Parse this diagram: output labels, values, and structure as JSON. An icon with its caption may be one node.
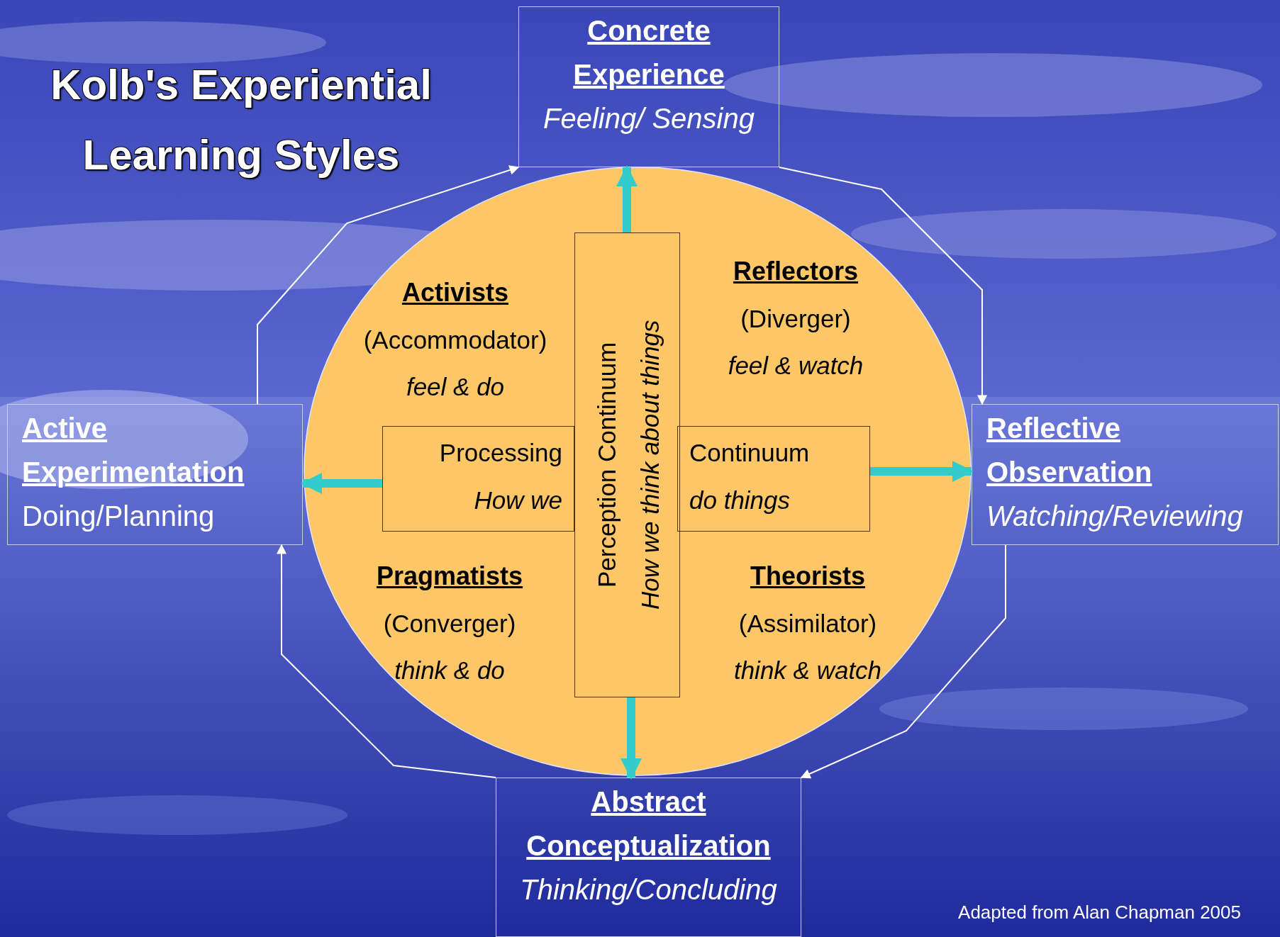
{
  "diagram": {
    "title": "Kolb's Experiential Learning Styles",
    "nodes": [
      {
        "text": [
          "Concrete Experience",
          "Feeling/ Sensing"
        ]
      },
      {
        "text": [
          "Reflective Observation",
          "Watching/Reviewing"
        ]
      },
      {
        "text": [
          "Abstract Conceptualization",
          "Thinking/Concluding"
        ]
      },
      {
        "text": [
          "Active Experimentation",
          "Doing/Planning"
        ]
      },
      {
        "text": [],
        "shape": "circle"
      },
      {
        "text": [
          "Activists",
          "(Accommodator)",
          "feel & do"
        ],
        "in": 4
      },
      {
        "text": [
          "Reflectors",
          "(Diverger)",
          "feel & watch"
        ],
        "in": 4
      },
      {
        "text": [
          "Processing",
          "How we"
        ],
        "in": 4
      },
      {
        "text": [
          "Perception Continuum",
          "How we think about things"
        ],
        "in": 4
      },
      {
        "text": [
          "Continuum",
          "do things"
        ],
        "in": 4
      },
      {
        "text": [
          "Pragmatists",
          "(Converger)",
          "think & do"
        ],
        "in": 4
      },
      {
        "text": [
          "Theorists",
          "(Assimilator)",
          "think & watch"
        ],
        "in": 4
      }
    ],
    "edges": [
      {
        "from": 8,
        "to": 0,
        "arrow": "to",
        "style": "thick",
        "color": "#33cccc"
      },
      {
        "from": 9,
        "to": 1,
        "arrow": "to",
        "style": "thick",
        "color": "#33cccc"
      },
      {
        "from": 8,
        "to": 2,
        "arrow": "to",
        "style": "thick",
        "color": "#33cccc"
      },
      {
        "from": 7,
        "to": 3,
        "arrow": "to",
        "style": "thick",
        "color": "#33cccc"
      },
      {
        "from": 3,
        "to": 0,
        "arrow": "to",
        "color": "#ffffff"
      },
      {
        "from": 0,
        "to": 1,
        "arrow": "to",
        "color": "#ffffff"
      },
      {
        "from": 1,
        "to": 2,
        "arrow": "to",
        "color": "#ffffff"
      },
      {
        "from": 2,
        "to": 3,
        "arrow": "to",
        "color": "#ffffff"
      }
    ],
    "labels": [
      "Adapted from Alan Chapman 2005"
    ]
  }
}
